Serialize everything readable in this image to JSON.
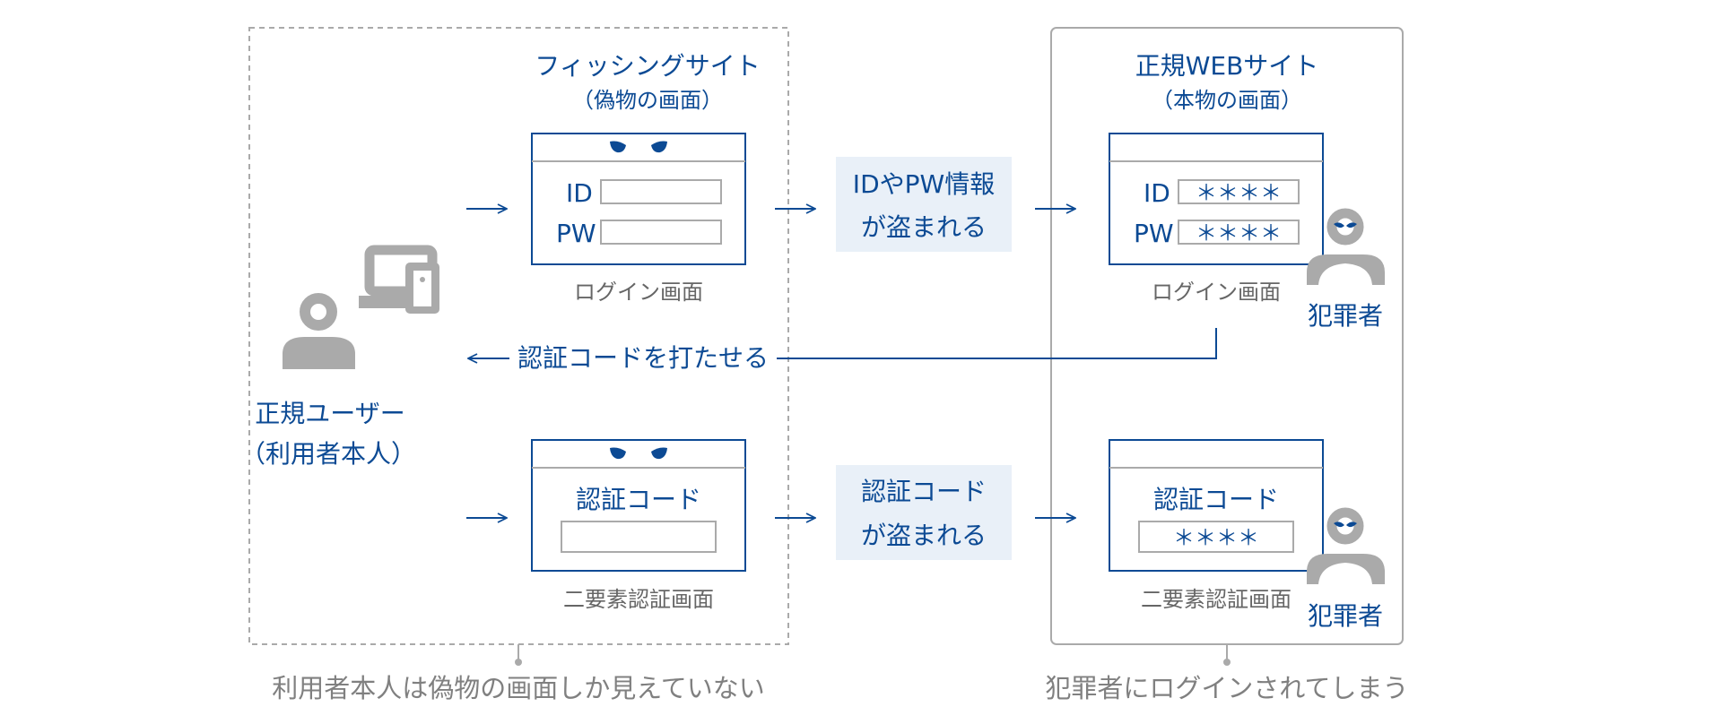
{
  "colors": {
    "accent": "#0c4a94",
    "gray": "#aaaaaa",
    "panel": "#e9f0f8"
  },
  "phishing": {
    "title": "フィッシングサイト",
    "subtitle": "（偽物の画面）",
    "login_field_id": "ID",
    "login_field_pw": "PW",
    "login_caption": "ログイン画面",
    "code_title": "認証コード",
    "code_caption": "二要素認証画面",
    "bottom_caption": "利用者本人は偽物の画面しか見えていない"
  },
  "legit": {
    "title": "正規WEBサイト",
    "subtitle": "（本物の画面）",
    "login_field_id": "ID",
    "login_field_pw": "PW",
    "id_value": "＊＊＊＊",
    "pw_value": "＊＊＊＊",
    "login_caption": "ログイン画面",
    "code_title": "認証コード",
    "code_value": "＊＊＊＊",
    "code_caption": "二要素認証画面",
    "bottom_caption": "犯罪者にログインされてしまう"
  },
  "user": {
    "line1": "正規ユーザー",
    "line2": "（利用者本人）"
  },
  "criminal": {
    "label_top": "犯罪者",
    "label_bottom": "犯罪者"
  },
  "steal": {
    "creds_line1": "IDやPW情報",
    "creds_line2": "が盗まれる",
    "code_line1": "認証コード",
    "code_line2": "が盗まれる"
  },
  "prompt_code": "認証コードを打たせる",
  "icons": [
    "user-icon",
    "devices-icon",
    "evil-eyes-icon",
    "criminal-icon",
    "arrow-right-icon",
    "arrow-left-icon"
  ]
}
